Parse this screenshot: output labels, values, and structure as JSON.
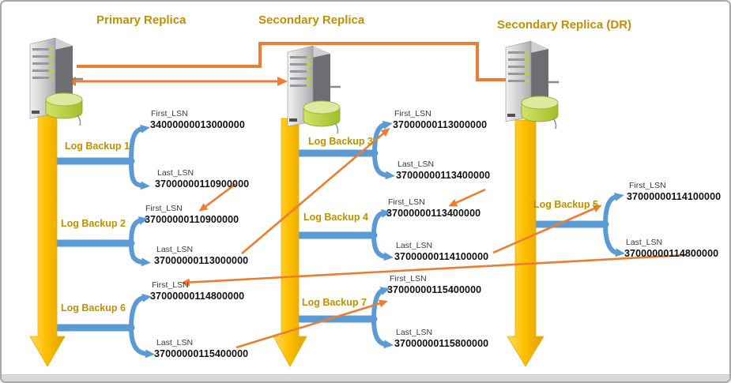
{
  "diagram": {
    "replicas": [
      {
        "title": "Primary Replica"
      },
      {
        "title": "Secondary Replica"
      },
      {
        "title": "Secondary Replica (DR)"
      }
    ],
    "lsn_field_labels": {
      "first": "First_LSN",
      "last": "Last_LSN"
    },
    "backups": [
      {
        "label": "Log Backup 1",
        "replica": "Primary Replica",
        "first_lsn": "34000000013000000",
        "last_lsn": "37000000110900000"
      },
      {
        "label": "Log Backup 2",
        "replica": "Primary Replica",
        "first_lsn": "37000000110900000",
        "last_lsn": "37000000113000000"
      },
      {
        "label": "Log Backup 3",
        "replica": "Secondary Replica",
        "first_lsn": "37000000113000000",
        "last_lsn": "37000000113400000"
      },
      {
        "label": "Log Backup 4",
        "replica": "Secondary Replica",
        "first_lsn": "37000000113400000",
        "last_lsn": "37000000114100000"
      },
      {
        "label": "Log Backup 5",
        "replica": "Secondary Replica (DR)",
        "first_lsn": "37000000114100000",
        "last_lsn": "37000000114800000"
      },
      {
        "label": "Log Backup 6",
        "replica": "Primary Replica",
        "first_lsn": "37000000114800000",
        "last_lsn": "37000000115400000"
      },
      {
        "label": "Log Backup 7",
        "replica": "Secondary Replica",
        "first_lsn": "37000000115400000",
        "last_lsn": "37000000115800000"
      }
    ],
    "colors": {
      "heading_gold": "#BF9000",
      "timeline_yellow": "#FFC000",
      "connector_blue": "#5B9BD5",
      "chain_orange": "#ED7D31"
    }
  }
}
